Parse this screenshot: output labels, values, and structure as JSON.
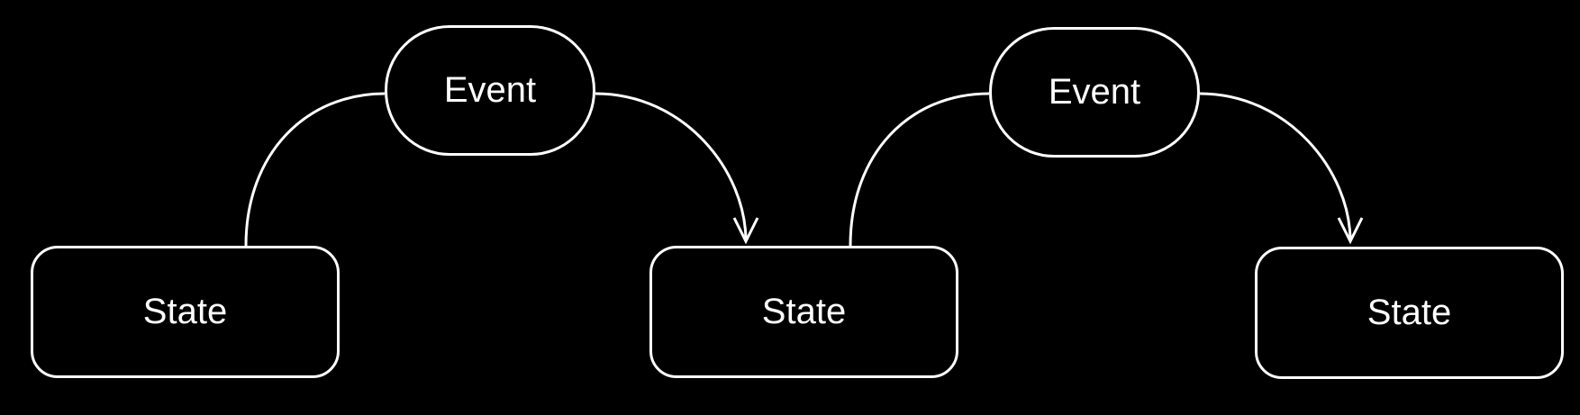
{
  "diagram": {
    "states": [
      {
        "label": "State"
      },
      {
        "label": "State"
      },
      {
        "label": "State"
      }
    ],
    "events": [
      {
        "label": "Event"
      },
      {
        "label": "Event"
      }
    ],
    "colors": {
      "background": "#000000",
      "stroke": "#ffffff",
      "text": "#ffffff"
    }
  }
}
